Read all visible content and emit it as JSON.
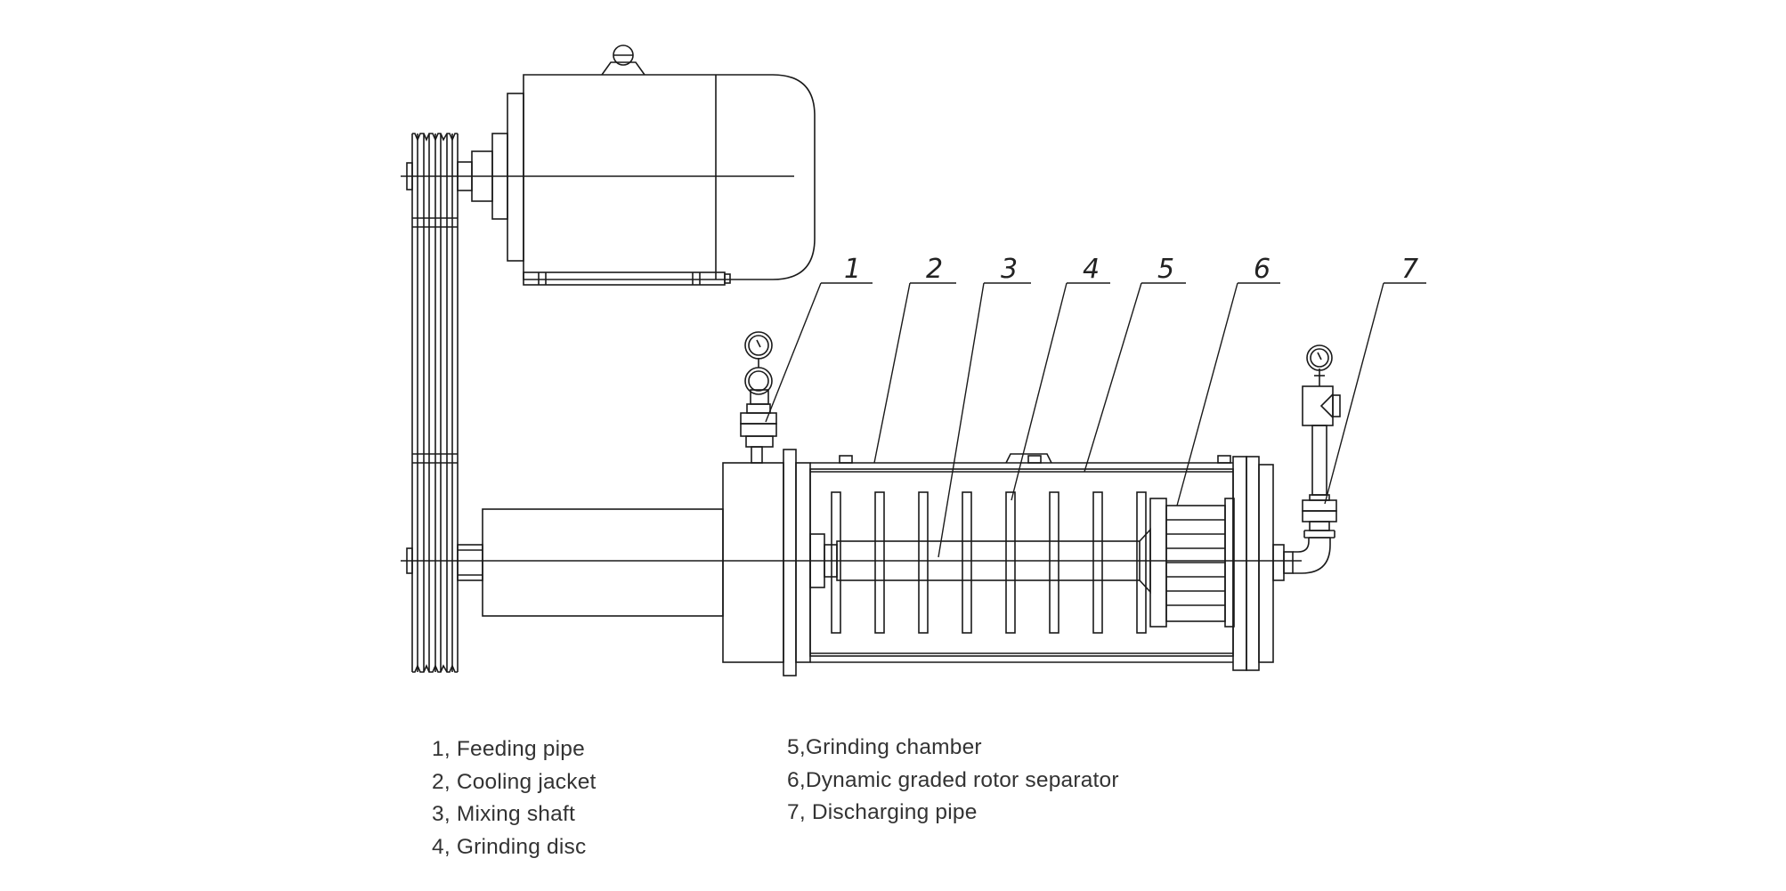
{
  "callouts": [
    "1",
    "2",
    "3",
    "4",
    "5",
    "6",
    "7"
  ],
  "legend_left": [
    "1, Feeding pipe",
    "2, Cooling jacket",
    "3, Mixing shaft",
    "4, Grinding disc"
  ],
  "legend_right": [
    "5,Grinding chamber",
    "6,Dynamic graded rotor separator",
    "7, Discharging pipe"
  ],
  "colors": {
    "line": "#1a1a1a",
    "text": "#333333",
    "background": "#ffffff"
  }
}
